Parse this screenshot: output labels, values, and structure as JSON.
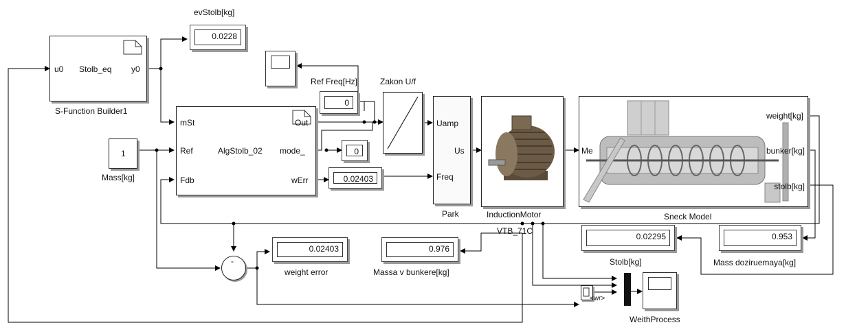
{
  "blocks": {
    "sfunc": {
      "name": "S-Function Builder1",
      "in_port": "u0",
      "func": "Stolb_eq",
      "out_port": "y0"
    },
    "evstolb": {
      "title": "evStolb[kg]",
      "value": "0.0228"
    },
    "ref_freq": {
      "title": "Ref Freq[Hz]",
      "value": "0"
    },
    "zakon": {
      "title": "Zakon U/f"
    },
    "alg": {
      "in_mst": "mSt",
      "in_ref": "Ref",
      "in_fdb": "Fdb",
      "func": "AlgStolb_02",
      "out_mode": "mode_",
      "out_out": "Out",
      "out_werr": "wErr"
    },
    "mode_disp": {
      "value": "0"
    },
    "werr_disp": {
      "value": "0.02403"
    },
    "mass": {
      "value": "1",
      "name": "Mass[kg]"
    },
    "park": {
      "name": "Park",
      "in_uamp": "Uamp",
      "in_freq": "Freq",
      "out_us": "Us"
    },
    "motor": {
      "name": "InductionMotor",
      "name2": "VTB_71C"
    },
    "sneck": {
      "name": "Sneck Model",
      "in_me": "Me",
      "out_weight": "weight[kg]",
      "out_bunker": "bunker[kg]",
      "out_stolb": "stolb[kg]"
    },
    "weight_err": {
      "value": "0.02403",
      "name": "weight error"
    },
    "massa_bunk": {
      "value": "0.976",
      "name": "Massa v bunkere[kg]"
    },
    "stolb": {
      "value": "0.02295",
      "name": "Stolb[kg]"
    },
    "mass_doz": {
      "value": "0.953",
      "name": "Mass doziruemaya[kg]"
    },
    "sum": {
      "sign": "-"
    },
    "weith": {
      "name": "WeithProcess"
    },
    "conv": {
      "tag": "<wr>"
    }
  },
  "colors": {
    "shadow": "#9a9a9a",
    "motor_body": "#6b5a45",
    "sneck_body": "#bdbdbd"
  }
}
